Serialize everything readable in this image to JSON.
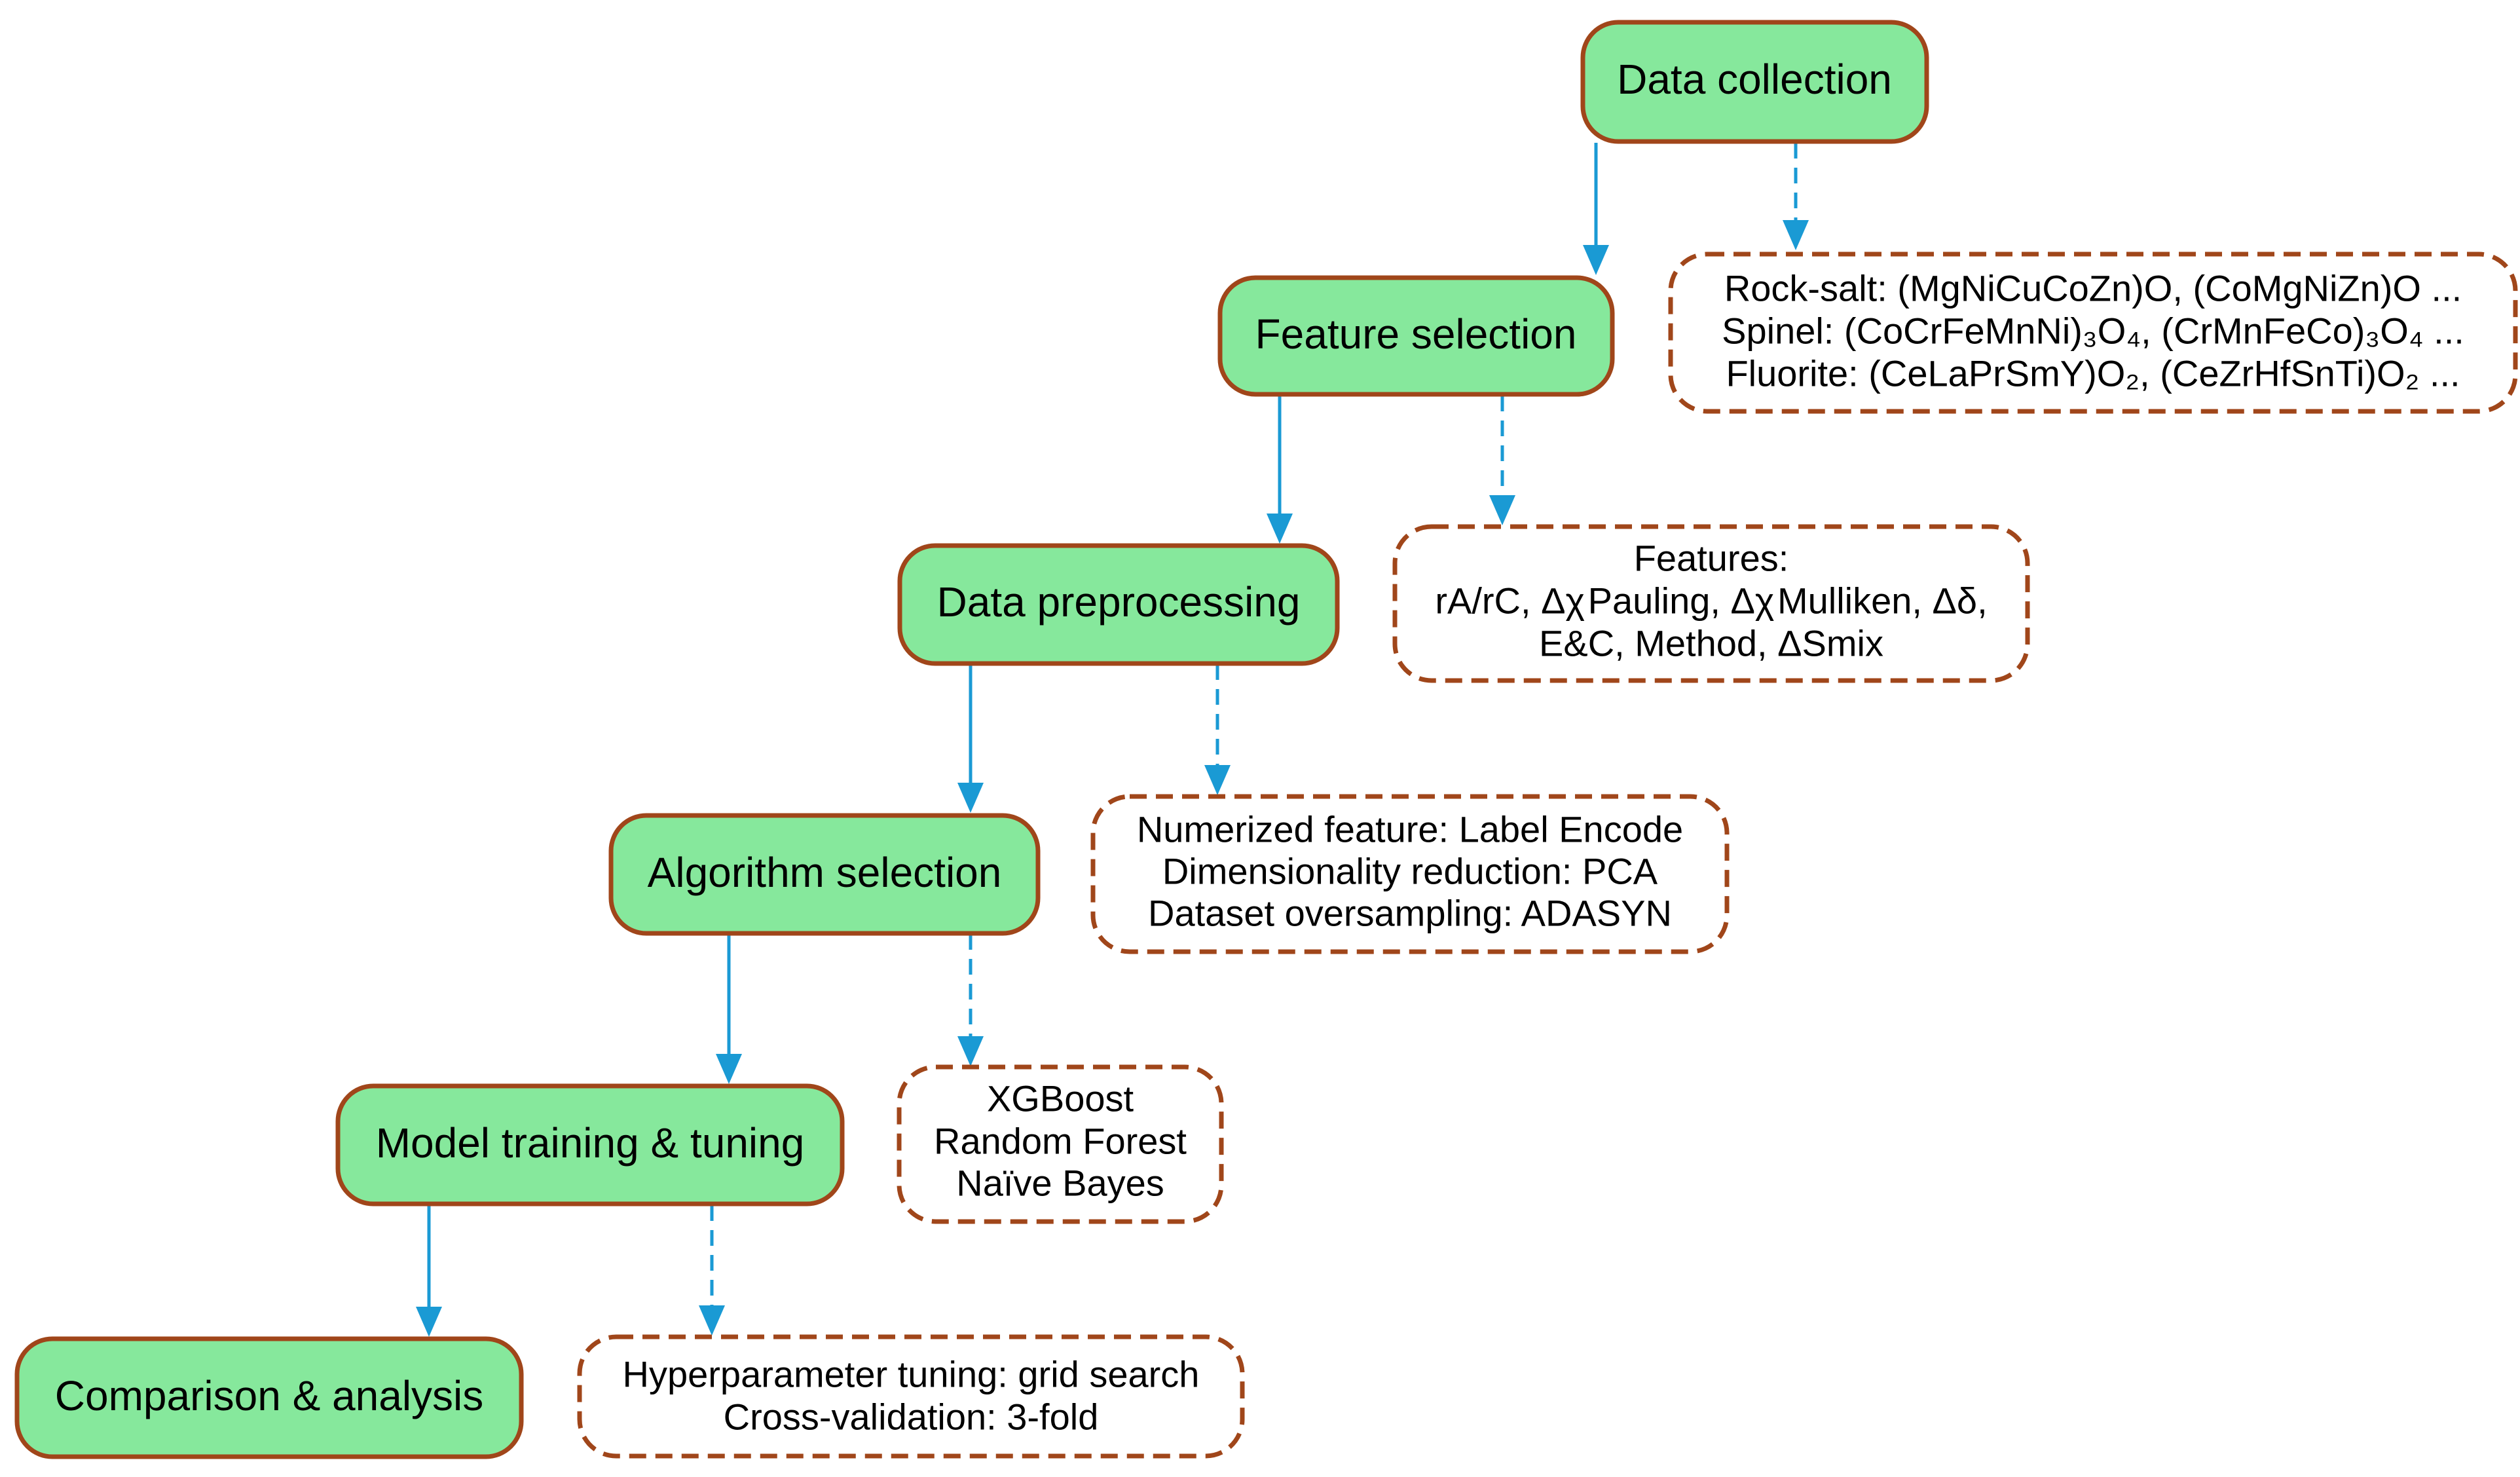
{
  "steps": [
    {
      "label": "Data collection"
    },
    {
      "label": "Feature selection"
    },
    {
      "label": "Data preprocessing"
    },
    {
      "label": "Algorithm selection"
    },
    {
      "label": "Model training & tuning"
    },
    {
      "label": "Comparison & analysis"
    }
  ],
  "details": [
    {
      "lines": [
        "Rock-salt: (MgNiCuCoZn)O, (CoMgNiZn)O ...",
        "Spinel: (CoCrFeMnNi)₃O₄, (CrMnFeCo)₃O₄ ...",
        "Fluorite: (CeLaPrSmY)O₂, (CeZrHfSnTi)O₂ ..."
      ]
    },
    {
      "lines": [
        "Features:",
        "rA/rC, Δχ Pauling, Δχ Mulliken, Δδ,",
        "E&C, Method, ΔSmix"
      ]
    },
    {
      "lines": [
        "Numerized feature: Label Encode",
        "Dimensionality reduction: PCA",
        "Dataset oversampling: ADASYN"
      ]
    },
    {
      "lines": [
        "XGBoost",
        "Random Forest",
        "Naïve Bayes"
      ]
    },
    {
      "lines": [
        "Hyperparameter tuning: grid search",
        "Cross-validation: 3-fold"
      ]
    }
  ],
  "colors": {
    "step_fill": "#86e89c",
    "box_stroke": "#a0461a",
    "arrow": "#1a9ad4"
  }
}
